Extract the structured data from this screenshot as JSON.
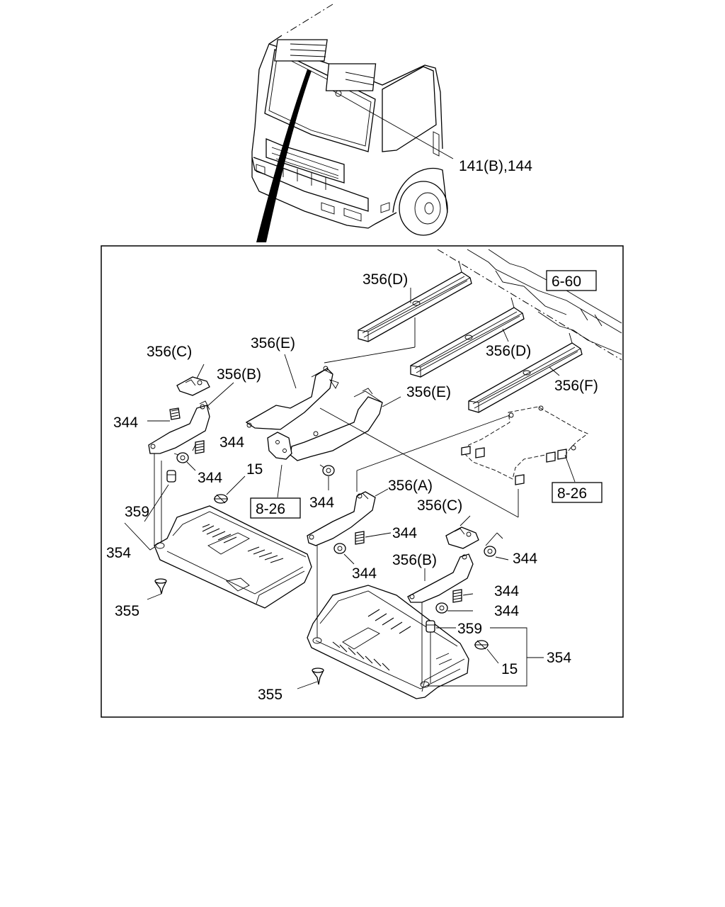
{
  "callouts": {
    "cab": "141(B),144",
    "ref_6_60": "6-60",
    "ref_8_26_left": "8-26",
    "ref_8_26_right": "8-26",
    "p356d_top": "356(D)",
    "p356d_mid": "356(D)",
    "p356f": "356(F)",
    "p356c_left": "356(C)",
    "p356e_left": "356(E)",
    "p356b_left": "356(B)",
    "p356e_mid": "356(E)",
    "p356a": "356(A)",
    "p356c_right": "356(C)",
    "p356b_right": "356(B)",
    "p344_a": "344",
    "p344_b": "344",
    "p344_c": "344",
    "p344_d": "344",
    "p344_e": "344",
    "p344_f": "344",
    "p344_g": "344",
    "p344_h": "344",
    "p344_i": "344",
    "p15_left": "15",
    "p15_right": "15",
    "p359_left": "359",
    "p359_right": "359",
    "p354_left": "354",
    "p354_right": "354",
    "p355_left": "355",
    "p355_right": "355"
  }
}
